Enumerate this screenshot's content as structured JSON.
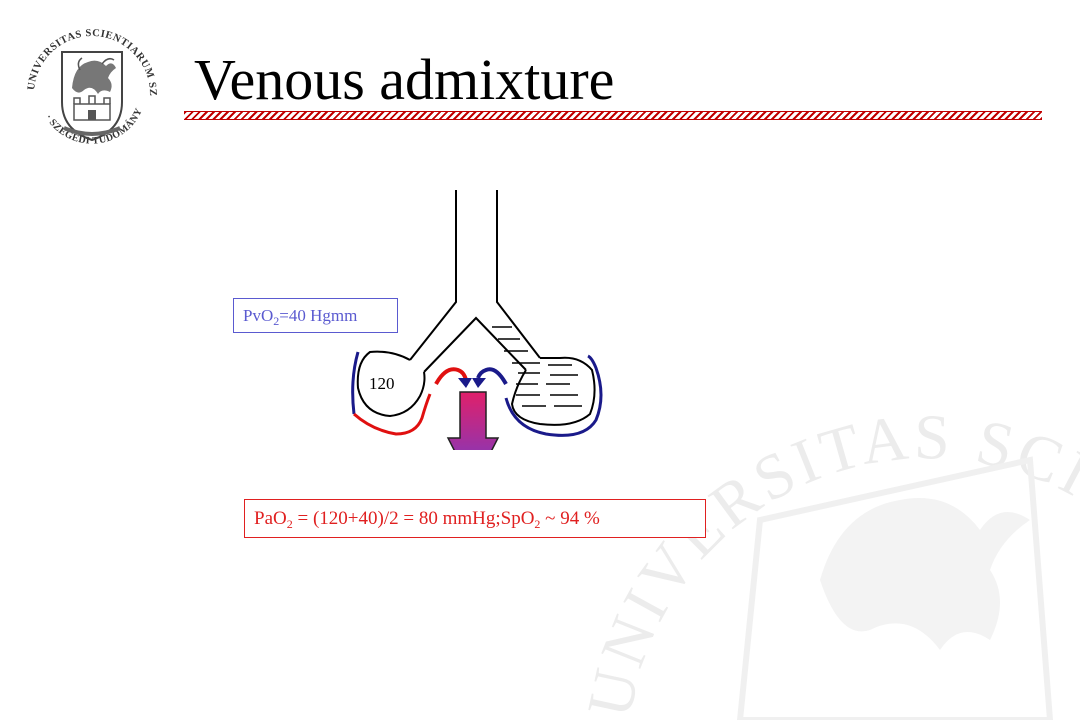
{
  "slide": {
    "title": "Venous admixture",
    "seal_text": "UNIVERSITAS SCIENTIARUM SZEGEDIENSIS · SZEGEDI TUDOMÁNYEGYETEM",
    "watermark_text": "UNIVERSITAS SCIENTIARUM SZEGEDIENSIS"
  },
  "diagram": {
    "lung_value": "120",
    "venous_label": {
      "prefix": "PvO",
      "subscript": "2",
      "suffix": "=40 Hgmm"
    },
    "arterial_label": {
      "p1": "PaO",
      "s1": "2",
      "p2": " = (120+40)/2 = 80 mmHg;SpO",
      "s2": "2",
      "p3": " ~ 94 %"
    }
  },
  "colors": {
    "title_rule": "#c00000",
    "venous": "#5a5ad0",
    "arterial": "#e02020",
    "arrow_top": "#e0206a",
    "arrow_bottom": "#6a3fd0",
    "dark_blue": "#1a1a8a",
    "red": "#e01010"
  }
}
